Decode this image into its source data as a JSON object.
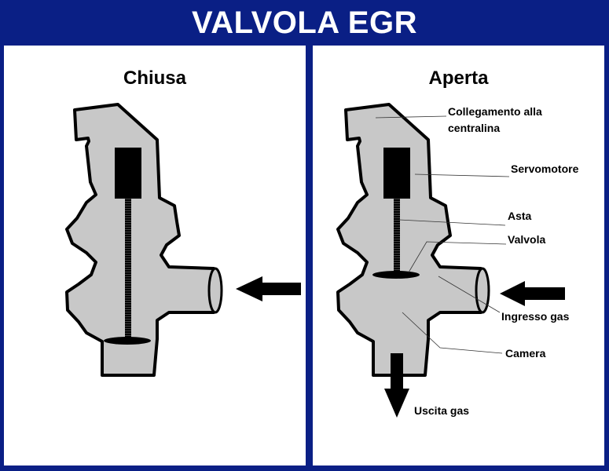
{
  "header": {
    "title": "VALVOLA EGR"
  },
  "panels": {
    "closed": {
      "heading": "Chiusa"
    },
    "open": {
      "heading": "Aperta",
      "labels": {
        "connection_line1": "Collegamento alla",
        "connection_line2": "centralina",
        "servomotor": "Servomotore",
        "rod": "Asta",
        "valve": "Valvola",
        "gas_inlet": "Ingresso gas",
        "chamber": "Camera",
        "gas_outlet": "Uscita gas"
      }
    }
  },
  "colors": {
    "frame": "#0a1f85",
    "body_fill": "#c8c8c8",
    "outline": "#000000"
  }
}
